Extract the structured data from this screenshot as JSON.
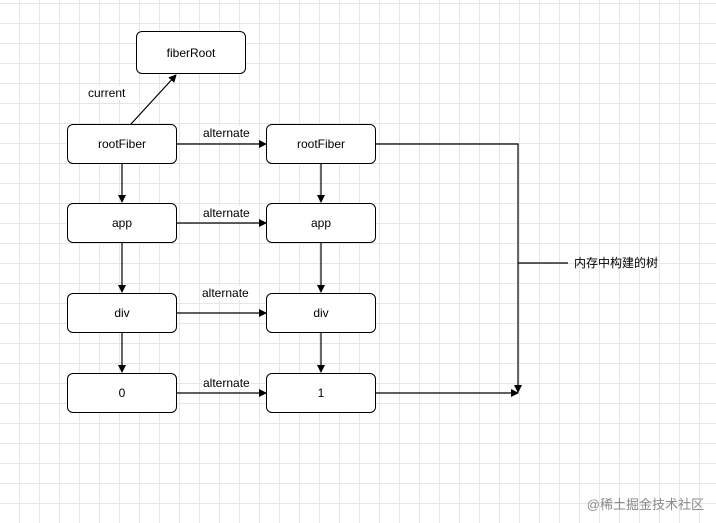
{
  "nodes": {
    "fiber_root": "fiberRoot",
    "left_root_fiber": "rootFiber",
    "right_root_fiber": "rootFiber",
    "left_app": "app",
    "right_app": "app",
    "left_div": "div",
    "right_div": "div",
    "left_text": "0",
    "right_text": "1"
  },
  "edges": {
    "current": "current",
    "alternate_root": "alternate",
    "alternate_app": "alternate",
    "alternate_div": "alternate",
    "alternate_text": "alternate"
  },
  "annotation": "内存中构建的树",
  "footer": "@稀土掘金技术社区",
  "colors": {
    "stroke": "#000000",
    "grid": "#e6e6e6",
    "node_fill": "#ffffff"
  }
}
